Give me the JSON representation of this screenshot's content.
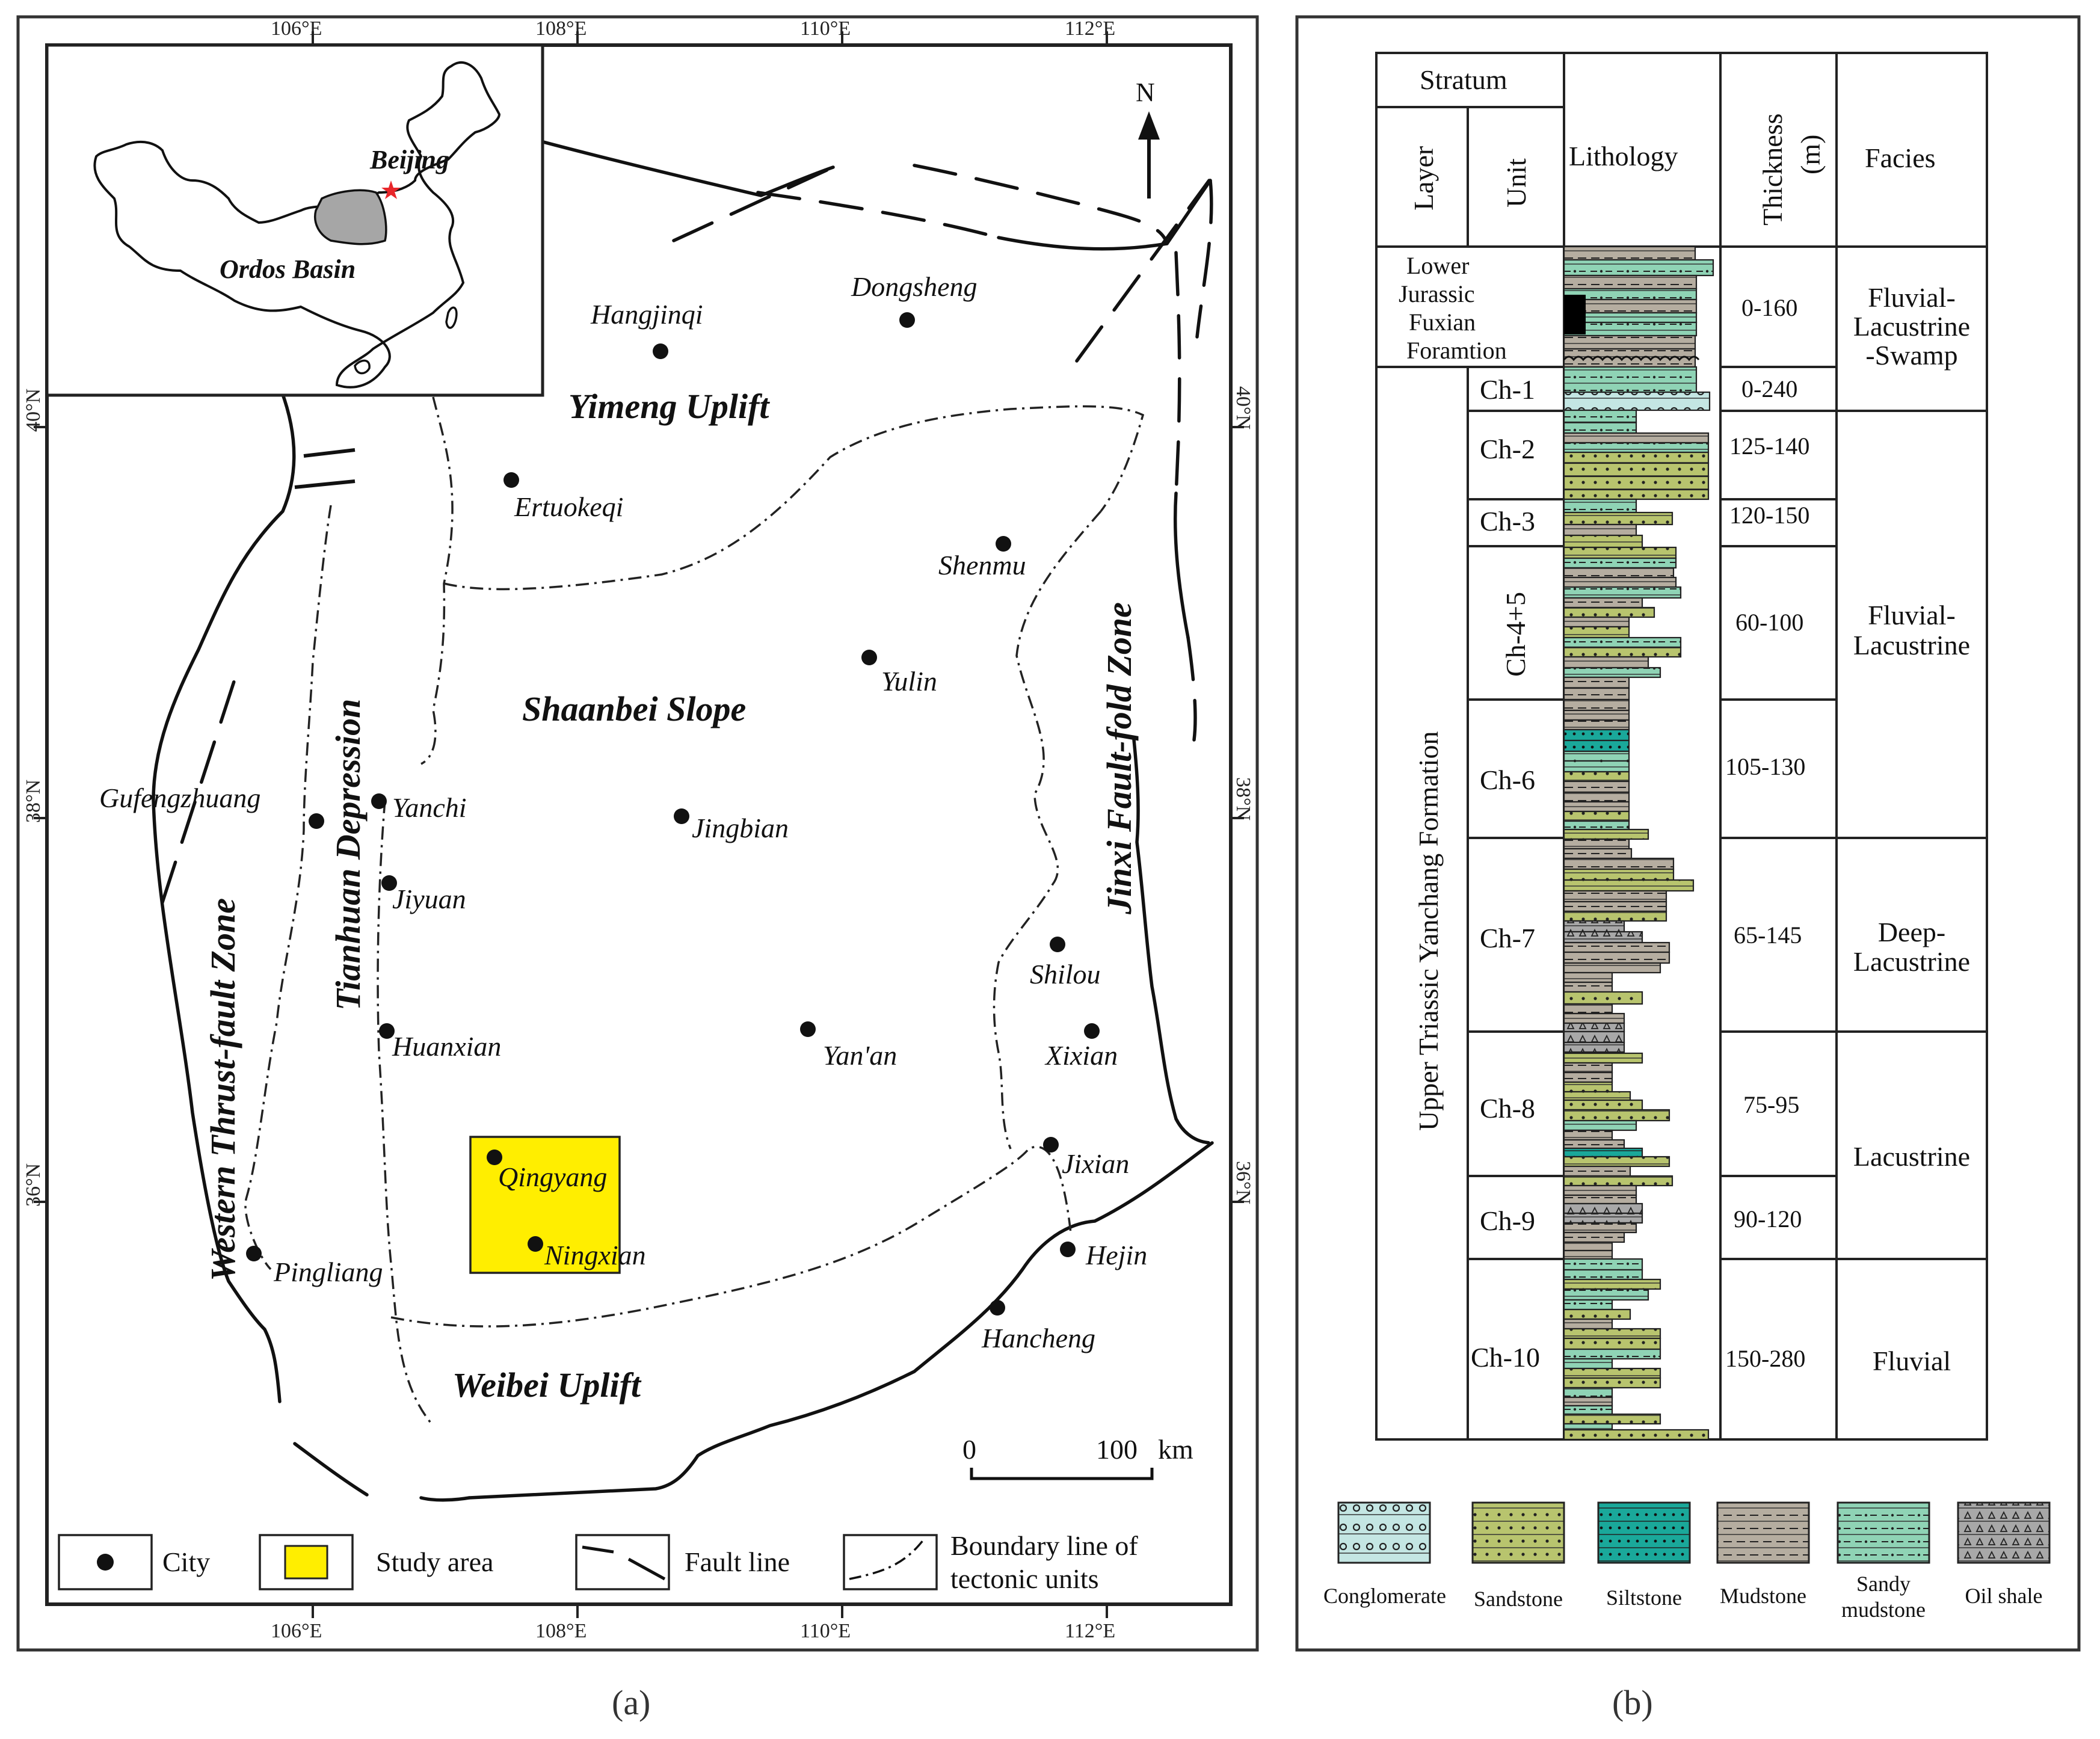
{
  "panel_a": {
    "label": "(a)",
    "longitude_labels": [
      "106°E",
      "108°E",
      "110°E",
      "112°E"
    ],
    "latitude_labels": [
      "40°N",
      "38°N",
      "36°N"
    ],
    "north_label": "N",
    "inset": {
      "beijing_label": "Beijing",
      "basin_label": "Ordos Basin",
      "star_color": "#e8262a",
      "basin_fill": "#a6a6a6"
    },
    "tectonic_units": {
      "yimeng": "Yimeng Uplift",
      "shaanbei": "Shaanbei Slope",
      "weibei": "Weibei Uplift",
      "jinxi": "Jinxi Fault-fold Zone",
      "tianhuan": "Tianhuan Depression",
      "western": "Western Thrust-fault Zone"
    },
    "cities": {
      "hangjinqi": "Hangjinqi",
      "dongsheng": "Dongsheng",
      "ertuokeqi": "Ertuokeqi",
      "shenmu": "Shenmu",
      "yulin": "Yulin",
      "gufengzhuang": "Gufengzhuang",
      "yanchi": "Yanchi",
      "jingbian": "Jingbian",
      "jiyuan": "Jiyuan",
      "shilou": "Shilou",
      "huanxian": "Huanxian",
      "yanan": "Yan'an",
      "xixian": "Xixian",
      "qingyang": "Qingyang",
      "jixian": "Jixian",
      "ningxian": "Ningxian",
      "hejin": "Hejin",
      "pingliang": "Pingliang",
      "hancheng": "Hancheng"
    },
    "study_area_color": "#ffee00",
    "scale_bar": {
      "zero": "0",
      "hundred": "100",
      "unit": "km"
    },
    "legend": {
      "city": "City",
      "study_area": "Study area",
      "fault": "Fault line",
      "boundary_1": "Boundary line of",
      "boundary_2": "tectonic units"
    }
  },
  "panel_b": {
    "label": "(b)",
    "headers": {
      "stratum": "Stratum",
      "layer": "Layer",
      "unit": "Unit",
      "lithology": "Lithology",
      "thickness": "Thickness",
      "thickness_unit": "(m)",
      "facies": "Facies"
    },
    "lower_jurassic": [
      "Lower",
      "Jurassic",
      "Fuxian",
      "Foramtion"
    ],
    "upper_triassic": "Upper Triassic Yanchang Formation",
    "units": [
      {
        "name": "Ch-1",
        "thickness": "0-240"
      },
      {
        "name": "Ch-2",
        "thickness": "125-140"
      },
      {
        "name": "Ch-3",
        "thickness": "120-150"
      },
      {
        "name": "Ch-4+5",
        "thickness": "60-100"
      },
      {
        "name": "Ch-6",
        "thickness": "105-130"
      },
      {
        "name": "Ch-7",
        "thickness": "65-145"
      },
      {
        "name": "Ch-8",
        "thickness": "75-95"
      },
      {
        "name": "Ch-9",
        "thickness": "90-120"
      },
      {
        "name": "Ch-10",
        "thickness": "150-280"
      }
    ],
    "jurassic_thickness": "0-160",
    "facies": {
      "f1": [
        "Fluvial-",
        "Lacustrine",
        "-Swamp"
      ],
      "f2": [
        "Fluvial-",
        "Lacustrine"
      ],
      "f3": [
        "Deep-",
        "Lacustrine"
      ],
      "f4": [
        "Lacustrine"
      ],
      "f5": [
        "Fluvial"
      ]
    },
    "lithology_legend": {
      "conglomerate": "Conglomerate",
      "sandstone": "Sandstone",
      "siltstone": "Siltstone",
      "mudstone": "Mudstone",
      "sandy_1": "Sandy",
      "sandy_2": "mudstone",
      "oil_shale": "Oil shale"
    },
    "colors": {
      "conglomerate": "#c4e6e3",
      "sandstone": "#b8c46e",
      "siltstone": "#1aa89a",
      "mudstone": "#b5ada0",
      "sandy_mudstone": "#8fd3b5",
      "oil_shale": "#a8a8a8",
      "coal": "#000000"
    }
  }
}
